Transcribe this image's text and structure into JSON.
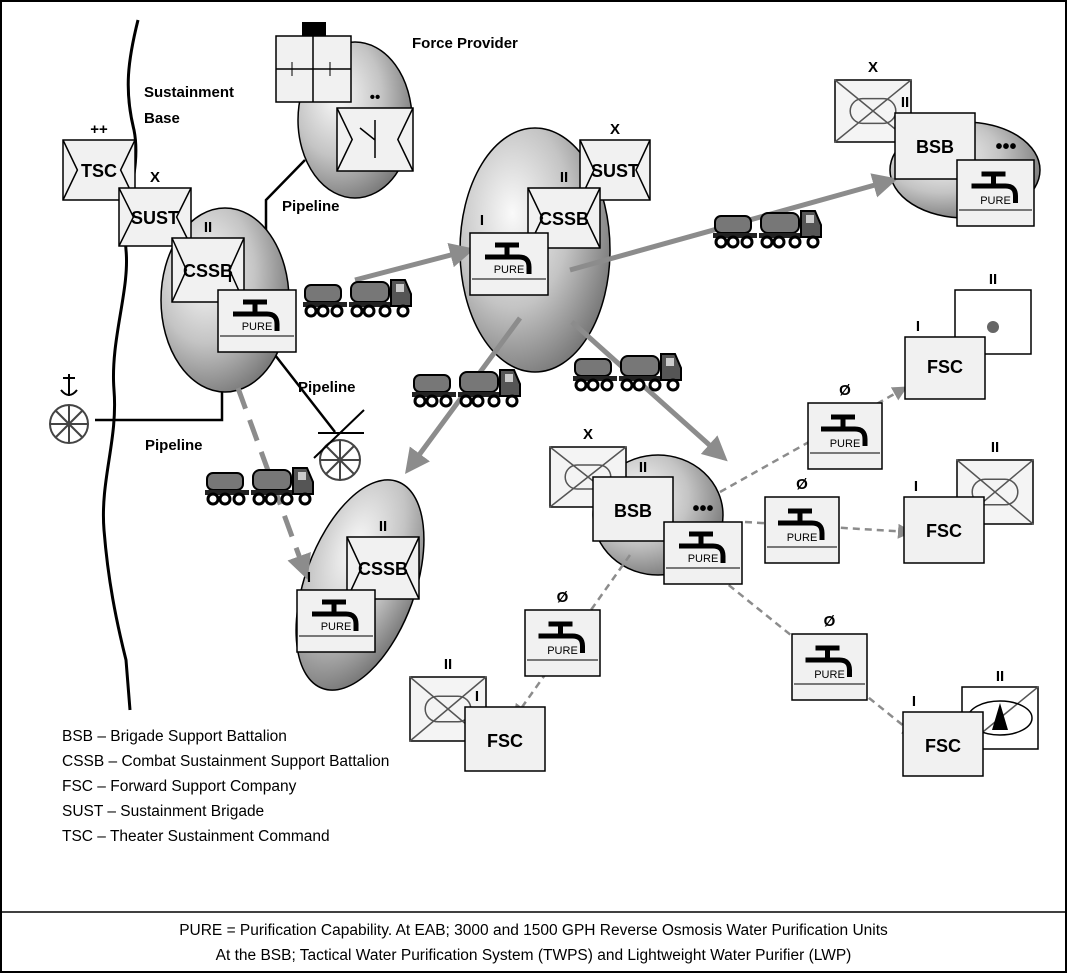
{
  "diagram": {
    "labels": {
      "sustainment_base_line1": "Sustainment",
      "sustainment_base_line2": "Base",
      "force_provider": "Force Provider",
      "pipeline": "Pipeline",
      "echelon_corps": "++",
      "echelon_brigade": "X",
      "echelon_battalion": "II",
      "echelon_company": "I",
      "echelon_team": "Ø",
      "echelon_squad": "••",
      "more": "•••"
    },
    "units": {
      "tsc": "TSC",
      "sust": "SUST",
      "cssb": "CSSB",
      "bsb": "BSB",
      "fsc": "FSC",
      "pure": "PURE"
    },
    "legend": [
      "BSB – Brigade Support Battalion",
      "CSSB – Combat Sustainment Support Battalion",
      "FSC – Forward Support Company",
      "SUST – Sustainment Brigade",
      "TSC – Theater Sustainment Command"
    ],
    "footer": [
      "PURE = Purification Capability. At EAB; 3000 and 1500 GPH Reverse Osmosis Water Purification Units",
      "At the BSB; Tactical Water Purification System (TWPS) and Lightweight Water Purifier (LWP)"
    ],
    "colors": {
      "arrow": "#8c8c8c",
      "box_fill": "#f1f1f1",
      "oval_light": "#f4f4f4",
      "oval_dark": "#888888"
    }
  }
}
